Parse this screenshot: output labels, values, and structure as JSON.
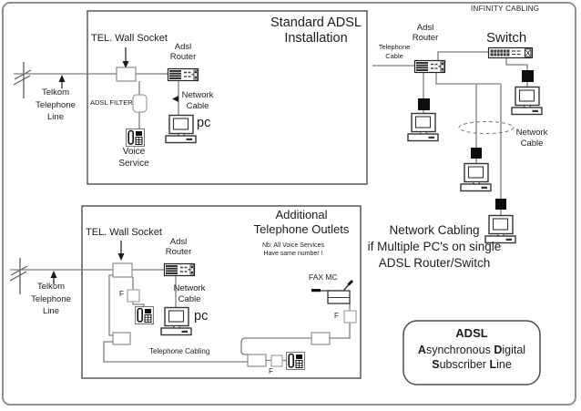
{
  "colors": {
    "wire_gray": "#7d7d7d",
    "device_outline": "#2f2f2f",
    "box_border": "#4d4d4d",
    "connector_black": "#0d0d0d",
    "text": "#1c1c1c",
    "background": "#ffffff"
  },
  "icons": {
    "utility_pole": "telephone-line-pole-with-slashes",
    "wall_socket": "plain-rectangle-outlet-box",
    "adsl_filter": "rounded-rectangle-filter",
    "phone": "telephone-handset-and-keypad",
    "router": "adsl-router-device",
    "switch": "network-switch-device",
    "pc": "desktop-computer-monitor-and-base",
    "fax": "fax-machine-with-paper-lever",
    "connector": "black-square-network-tap",
    "cable_loop": "dashed-ellipse-cable-bundle"
  },
  "header": {
    "infinity_cabling": "INFINITY CABLING"
  },
  "standard": {
    "title_line1": "Standard ADSL",
    "title_line2": "Installation",
    "wall_socket": "TEL. Wall Socket",
    "router_line1": "Adsl",
    "router_line2": "Router",
    "filter": "ADSL FILTER",
    "cable_line1": "Network",
    "cable_line2": "Cable",
    "pc": "pc",
    "voice_line1": "Voice",
    "voice_line2": "Service",
    "telkom_line1": "Telkom",
    "telkom_line2": "Telephone",
    "telkom_line3": "Line"
  },
  "infinity": {
    "router_line1": "Adsl",
    "router_line2": "Router",
    "switch": "Switch",
    "telcable_line1": "Telephone",
    "telcable_line2": "Cable",
    "netcable_line1": "Network",
    "netcable_line2": "Cable"
  },
  "additional": {
    "title_line1": "Additional",
    "title_line2": "Telephone Outlets",
    "note_line1": "Nb: All Voice Services",
    "note_line2": "Have same number !",
    "wall_socket": "TEL. Wall Socket",
    "router_line1": "Adsl",
    "router_line2": "Router",
    "cable_line1": "Network",
    "cable_line2": "Cable",
    "pc": "pc",
    "fax": "FAX MC",
    "filter_f1": "F",
    "filter_f2": "F",
    "filter_f3": "F",
    "telephone_cabling": "Telephone Cabling",
    "telkom_line1": "Telkom",
    "telkom_line2": "Telephone",
    "telkom_line3": "Line"
  },
  "network_note": {
    "line1": "Network Cabling",
    "line2": "if Multiple PC's on single",
    "line3": "ADSL Router/Switch"
  },
  "adsl": {
    "title": "ADSL",
    "b1": "A",
    "t1": "synchronous ",
    "b2": "D",
    "t2": "igital",
    "b3": "S",
    "t3": "ubscriber ",
    "b4": "L",
    "t4": "ine"
  }
}
